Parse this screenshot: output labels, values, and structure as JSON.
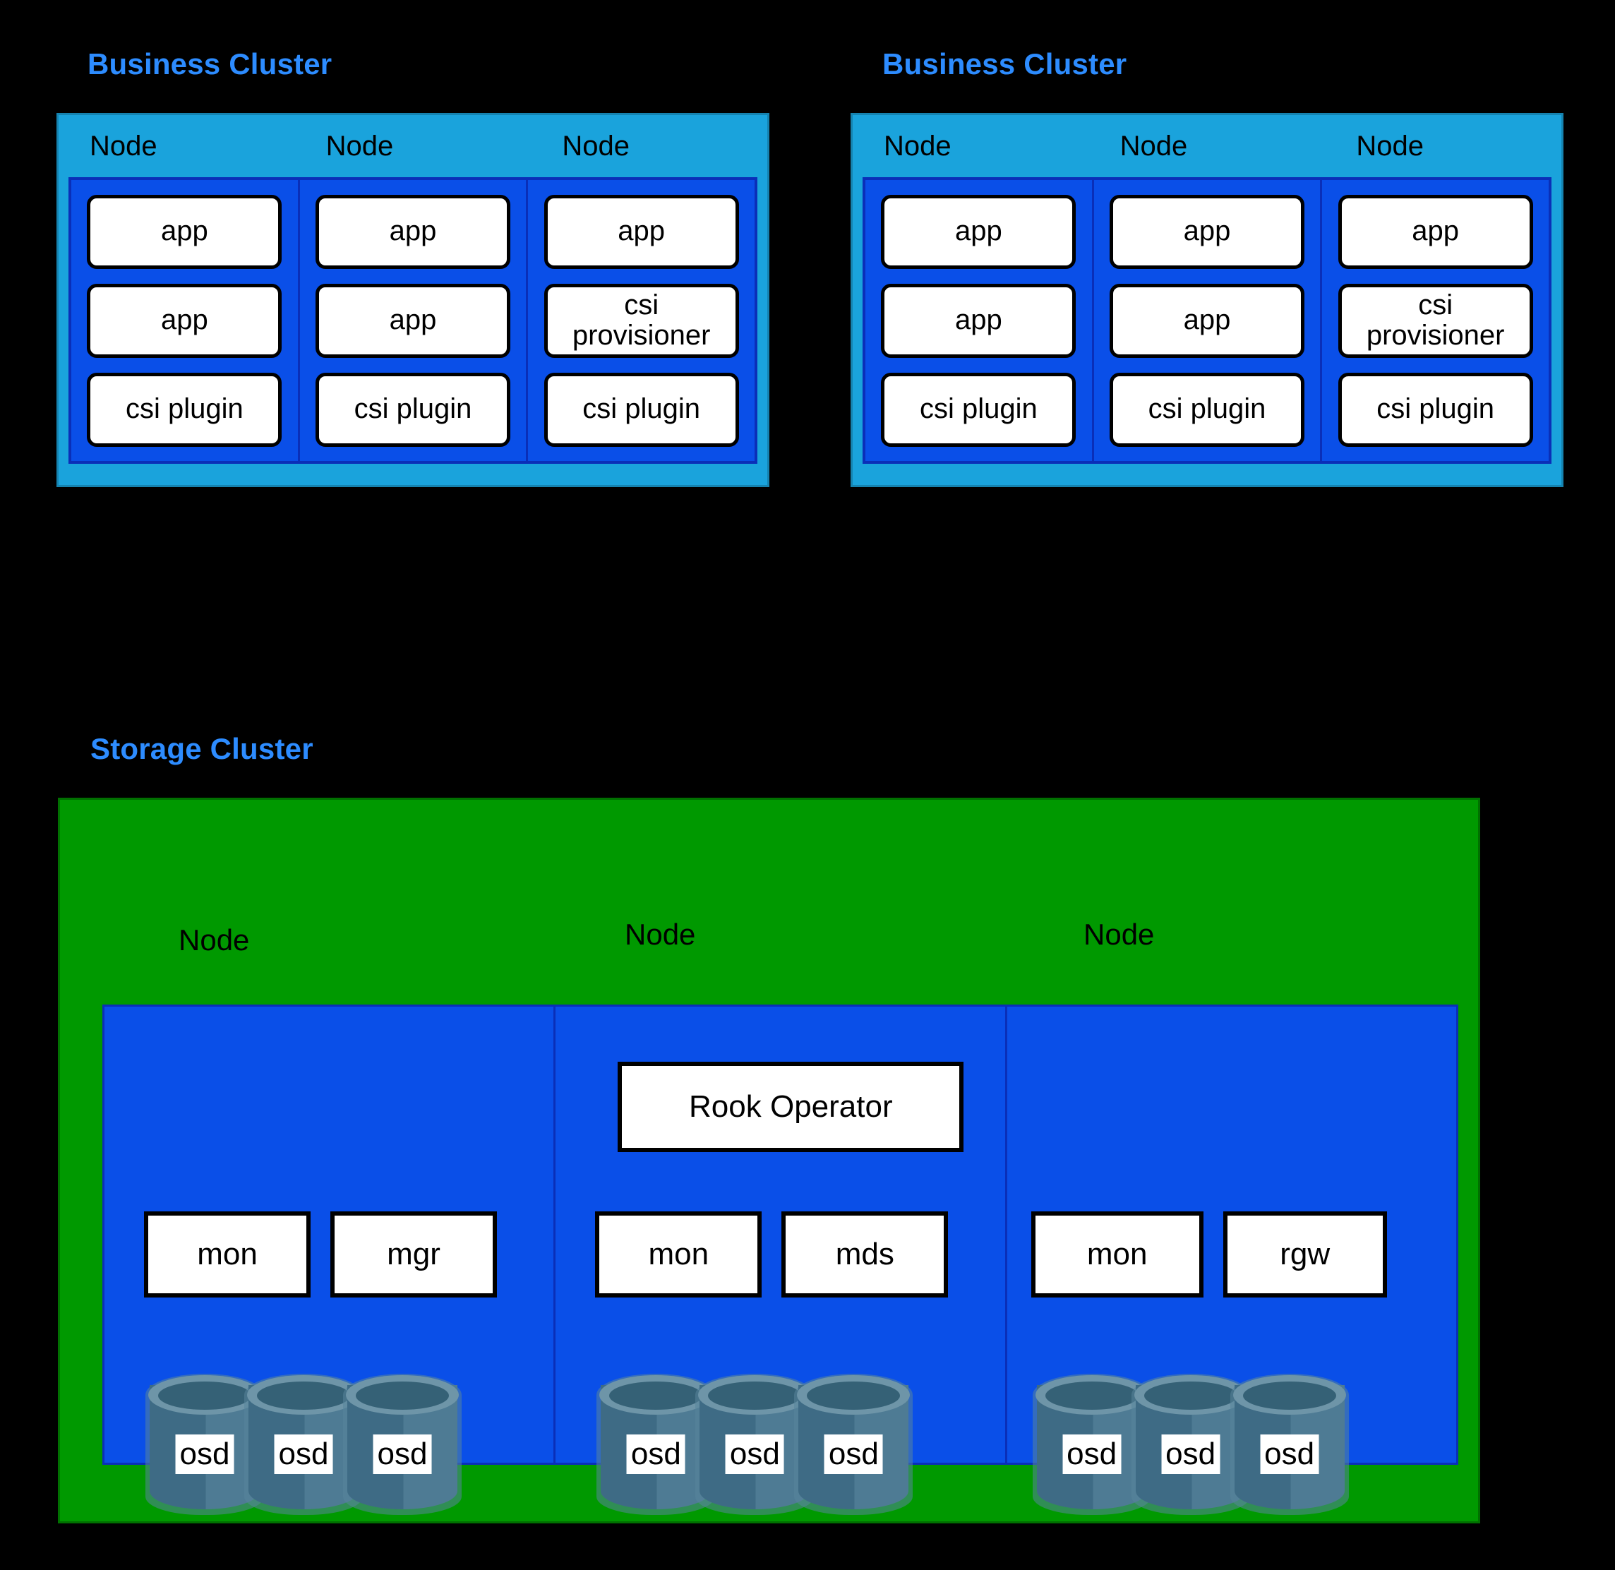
{
  "colors": {
    "background": "#000000",
    "title_blue": "#2D8CFF",
    "business_cluster_bg": "#1AA3DC",
    "node_panel_blue": "#0A4FE8",
    "storage_cluster_green": "#009900",
    "pod_white": "#FFFFFF",
    "osd_cylinder": "#3E6B85"
  },
  "business_clusters": [
    {
      "title": "Business Cluster",
      "nodes": [
        {
          "label": "Node",
          "pods": [
            "app",
            "app",
            "csi plugin"
          ]
        },
        {
          "label": "Node",
          "pods": [
            "app",
            "app",
            "csi plugin"
          ]
        },
        {
          "label": "Node",
          "pods": [
            "app",
            "csi\nprovisioner",
            "csi plugin"
          ]
        }
      ]
    },
    {
      "title": "Business Cluster",
      "nodes": [
        {
          "label": "Node",
          "pods": [
            "app",
            "app",
            "csi plugin"
          ]
        },
        {
          "label": "Node",
          "pods": [
            "app",
            "app",
            "csi plugin"
          ]
        },
        {
          "label": "Node",
          "pods": [
            "app",
            "csi\nprovisioner",
            "csi plugin"
          ]
        }
      ]
    }
  ],
  "storage_cluster": {
    "title": "Storage Cluster",
    "nodes": [
      {
        "label": "Node",
        "operator": null,
        "services": [
          "mon",
          "mgr"
        ],
        "osds": [
          "osd",
          "osd",
          "osd"
        ]
      },
      {
        "label": "Node",
        "operator": "Rook Operator",
        "services": [
          "mon",
          "mds"
        ],
        "osds": [
          "osd",
          "osd",
          "osd"
        ]
      },
      {
        "label": "Node",
        "operator": null,
        "services": [
          "mon",
          "rgw"
        ],
        "osds": [
          "osd",
          "osd",
          "osd"
        ]
      }
    ]
  }
}
